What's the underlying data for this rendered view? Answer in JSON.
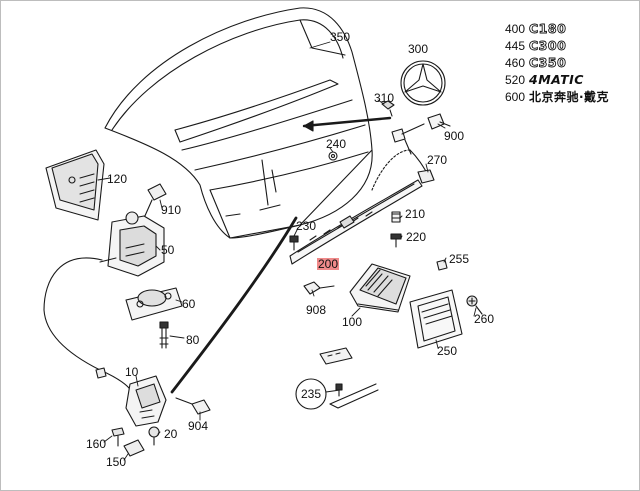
{
  "diagram": {
    "callouts": [
      {
        "id": "c350",
        "text": "350"
      },
      {
        "id": "c300",
        "text": "300"
      },
      {
        "id": "c310",
        "text": "310"
      },
      {
        "id": "c900",
        "text": "900"
      },
      {
        "id": "c240",
        "text": "240"
      },
      {
        "id": "c270",
        "text": "270"
      },
      {
        "id": "c120",
        "text": "120"
      },
      {
        "id": "c910",
        "text": "910"
      },
      {
        "id": "c50",
        "text": "50"
      },
      {
        "id": "c60",
        "text": "60"
      },
      {
        "id": "c80",
        "text": "80"
      },
      {
        "id": "c230",
        "text": "230"
      },
      {
        "id": "c210",
        "text": "210"
      },
      {
        "id": "c220",
        "text": "220"
      },
      {
        "id": "c255",
        "text": "255"
      },
      {
        "id": "c200",
        "text": "200"
      },
      {
        "id": "c908",
        "text": "908"
      },
      {
        "id": "c100",
        "text": "100"
      },
      {
        "id": "c260",
        "text": "260"
      },
      {
        "id": "c250",
        "text": "250"
      },
      {
        "id": "c235",
        "text": "235"
      },
      {
        "id": "c10",
        "text": "10"
      },
      {
        "id": "c904",
        "text": "904"
      },
      {
        "id": "c160",
        "text": "160"
      },
      {
        "id": "c20",
        "text": "20"
      },
      {
        "id": "c150",
        "text": "150"
      }
    ],
    "highlighted_part": "200",
    "emblem_legend": [
      {
        "code": "400",
        "model": "C180"
      },
      {
        "code": "445",
        "model": "C300"
      },
      {
        "code": "460",
        "model": "C350"
      },
      {
        "code": "520",
        "model": "4MATIC"
      },
      {
        "code": "600",
        "model": "北京奔驰·戴克"
      }
    ],
    "colors": {
      "line": "#1a1a1a",
      "highlight": "#f08a8a",
      "background": "#ffffff"
    }
  }
}
